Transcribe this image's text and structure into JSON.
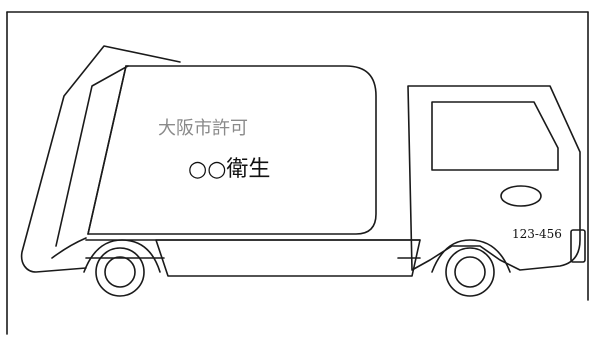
{
  "truck": {
    "permit_text": "大阪市許可",
    "company_text": "○○衛生",
    "plate_number": "123-456"
  },
  "colors": {
    "line": "#1a1a1a",
    "permit_text": "#8a8a8a",
    "company_text": "#111111",
    "background": "#ffffff"
  }
}
